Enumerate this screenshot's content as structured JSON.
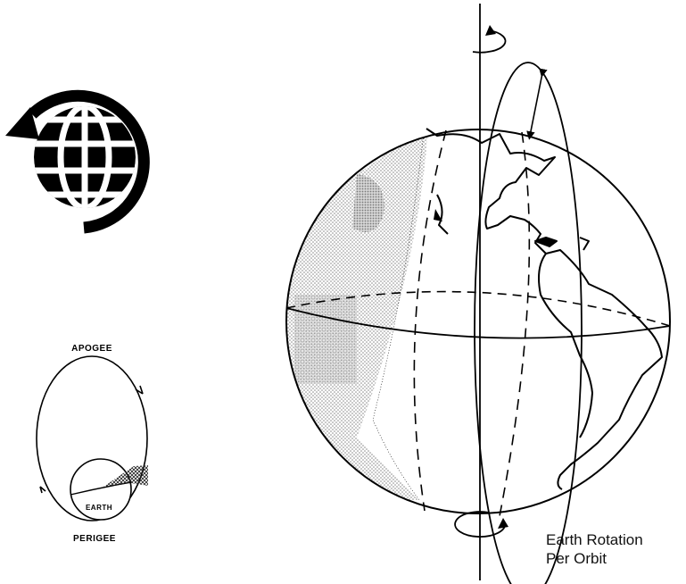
{
  "labels": {
    "apogee": "APOGEE",
    "perigee": "PERIGEE",
    "earth": "EARTH"
  },
  "caption": {
    "line1": "Earth Rotation",
    "line2": "Per Orbit"
  },
  "colors": {
    "ink": "#000000",
    "background": "#ffffff",
    "stipple": "#9a9a9a"
  },
  "icons": [
    "rotating-globe-icon",
    "rotation-arrow-icon"
  ]
}
